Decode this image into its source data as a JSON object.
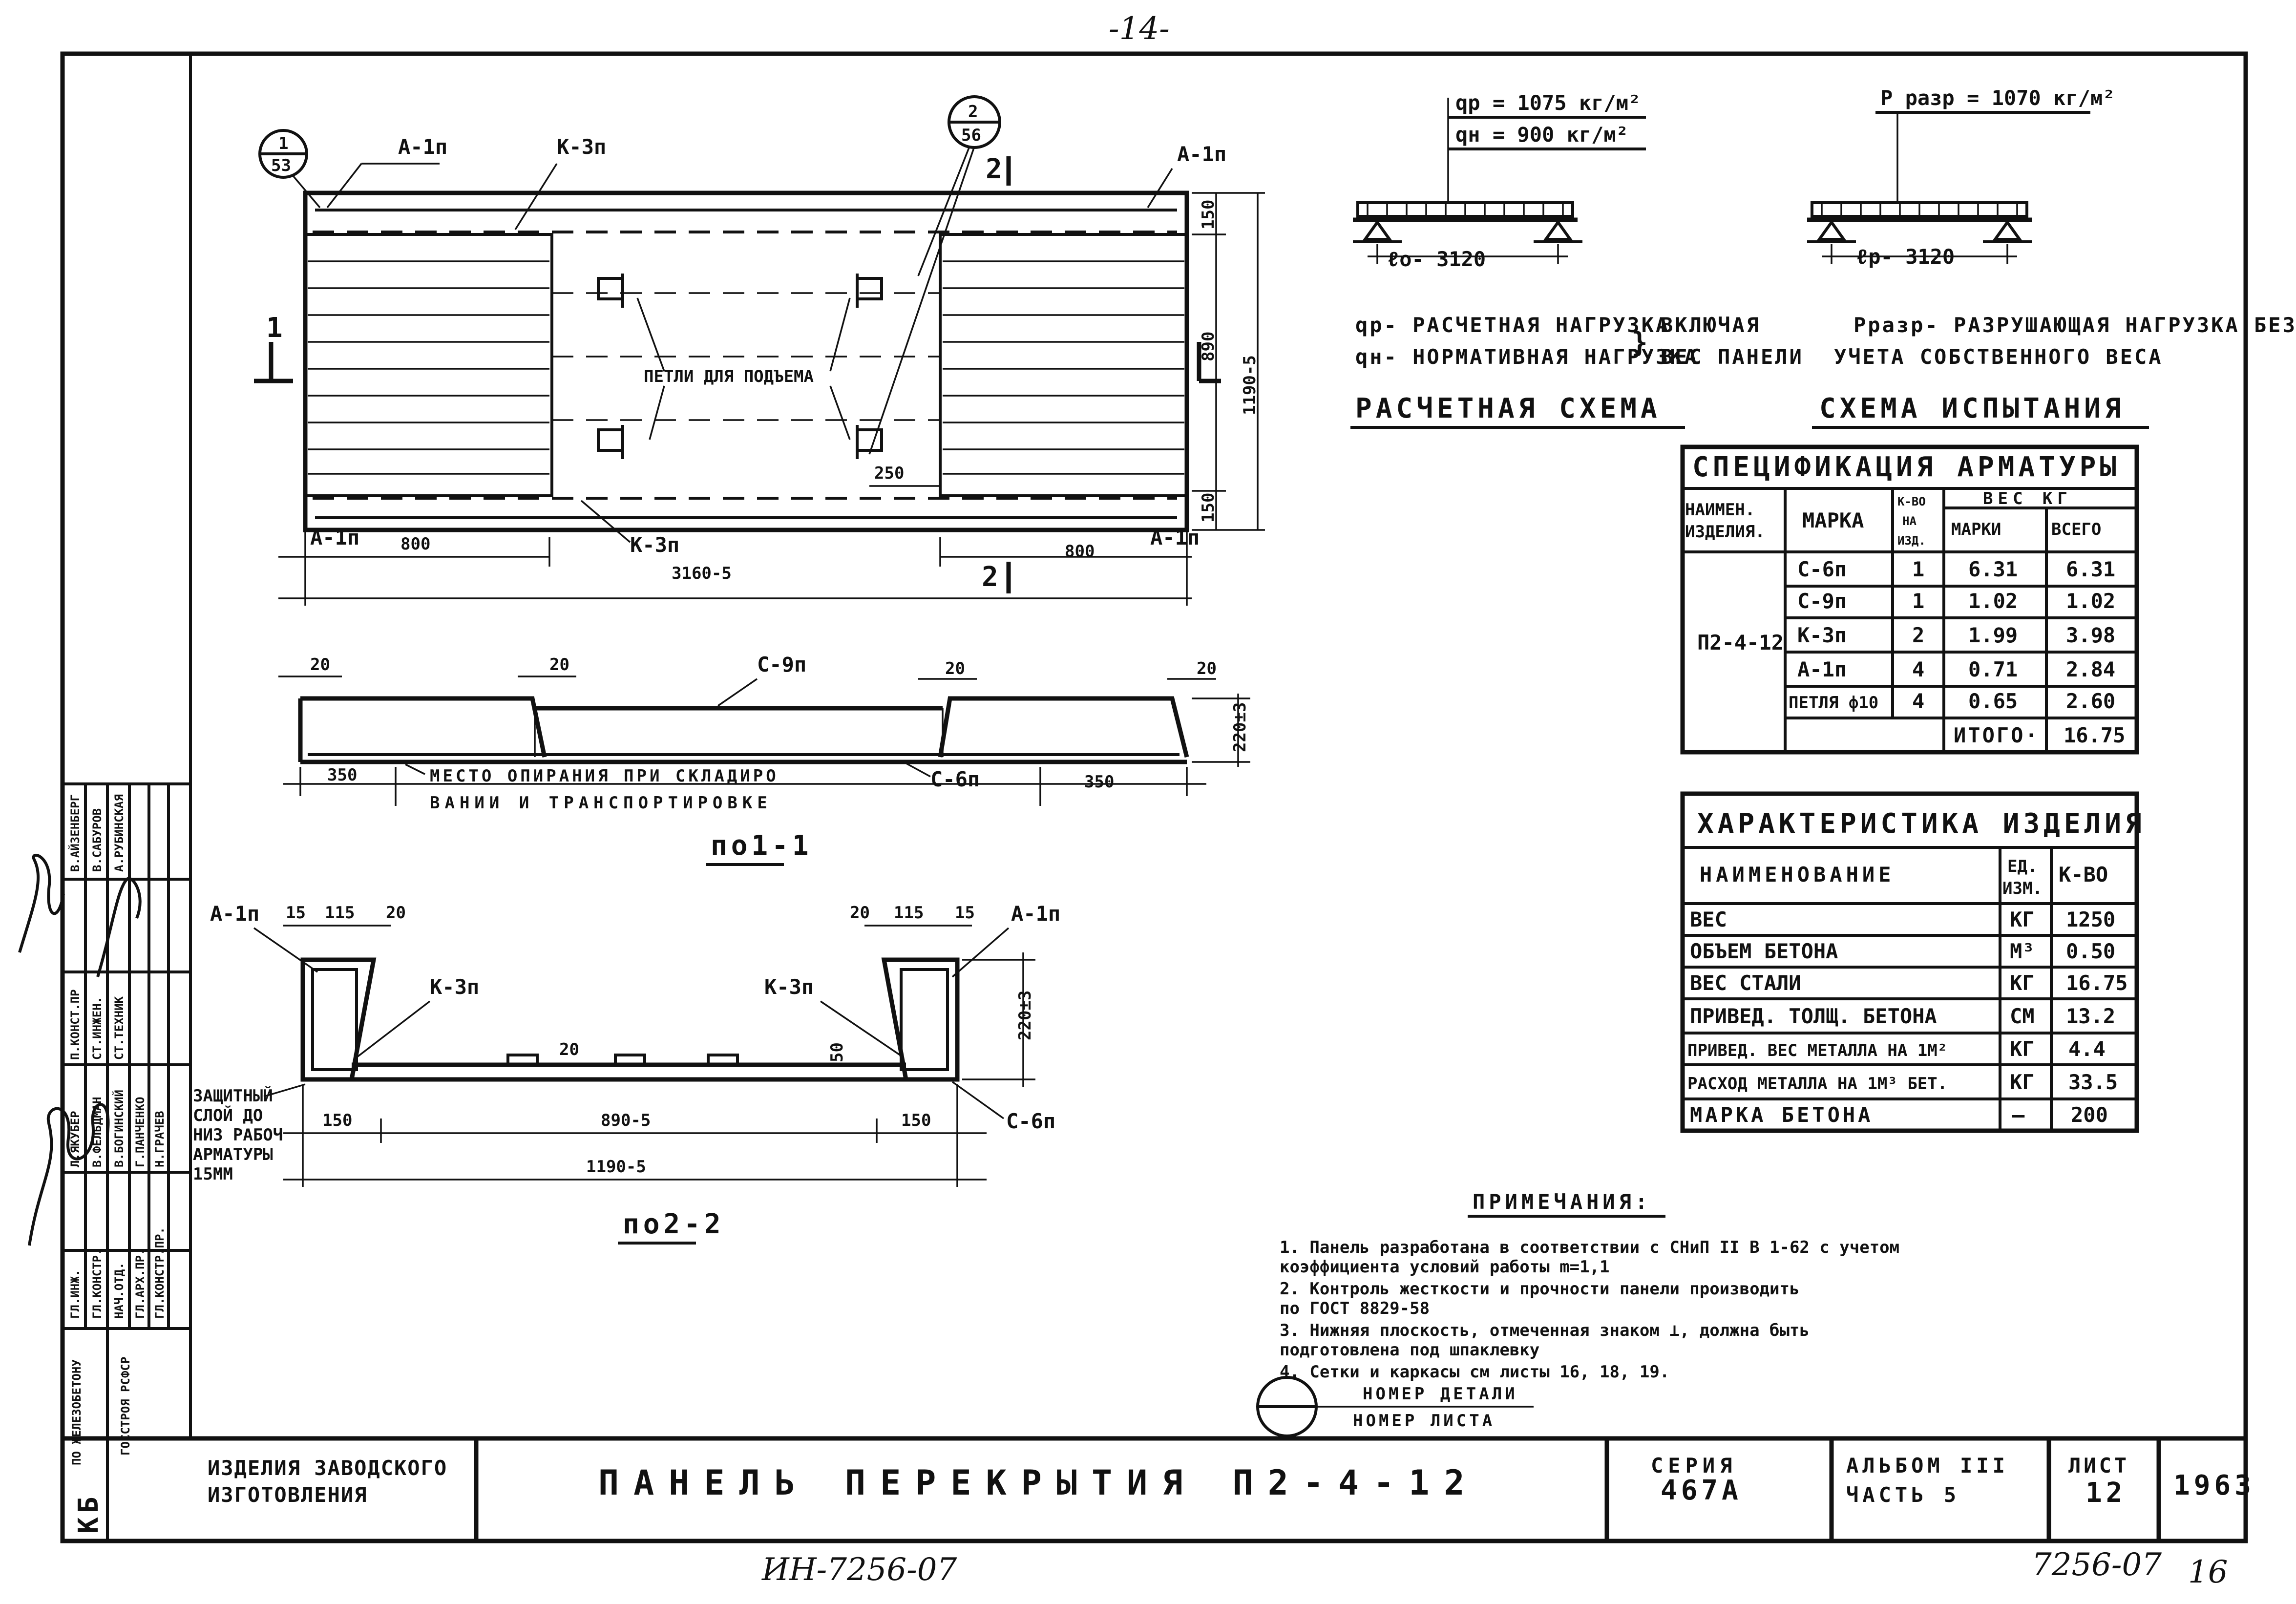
{
  "page_number": "-14-",
  "plan": {
    "callout1": {
      "num": "1",
      "sheet": "53"
    },
    "callout2": {
      "num": "2",
      "sheet": "56"
    },
    "label_a1n": "А-1п",
    "label_k3n": "К-3п",
    "label_loops": "ПЕТЛИ ДЛЯ ПОДЪЕМА",
    "section1_mark": "1",
    "section2_mark": "2",
    "dim_150": "150",
    "dim_890": "890",
    "dim_1190": "1190-5",
    "dim_250": "250",
    "dim_800": "800",
    "dim_3160": "3160-5"
  },
  "section11": {
    "dim_20": "20",
    "label_c9n": "С-9п",
    "label_c6n": "С-6п",
    "dim_220": "220±3",
    "dim_350": "350",
    "support_line1": "МЕСТО ОПИРАНИЯ ПРИ СКЛАДИРО",
    "support_line2": "ВАНИИ И ТРАНСПОРТИРОВКЕ",
    "caption": "по1-1"
  },
  "section22": {
    "label_a1n": "А-1п",
    "label_k3n": "К-3п",
    "label_c6n": "С-6п",
    "dim_15": "15",
    "dim_115": "115",
    "dim_20": "20",
    "dim_50": "50",
    "dim_220": "220±3",
    "dim_150": "150",
    "dim_890": "890-5",
    "dim_1190": "1190-5",
    "cover_note": [
      "ЗАЩИТНЫЙ",
      "СЛОЙ ДО",
      "НИЗ РАБОЧ",
      "АРМАТУРЫ",
      "15ММ"
    ],
    "caption": "по2-2"
  },
  "calc_scheme": {
    "qr": "qр = 1075 кг/м²",
    "qn": "qн = 900 кг/м²",
    "span": "ℓо- 3120",
    "legend_qr": "qр- РАСЧЕТНАЯ НАГРУЗКА",
    "legend_qn": "qн- НОРМАТИВНАЯ НАГРУЗКА",
    "legend_incl1": "ВКЛЮЧАЯ",
    "legend_incl2": "ВЕС ПАНЕЛИ",
    "title": "РАСЧЕТНАЯ СХЕМА"
  },
  "test_scheme": {
    "p": "Р разр = 1070 кг/м²",
    "span": "ℓр- 3120",
    "legend1": "Рразр- РАЗРУШАЮЩАЯ НАГРУЗКА БЕЗ",
    "legend2": "УЧЕТА СОБСТВЕННОГО ВЕСА",
    "title": "СХЕМА ИСПЫТАНИЯ"
  },
  "spec_table": {
    "title": "СПЕЦИФИКАЦИЯ АРМАТУРЫ",
    "headers": {
      "name": [
        "НАИМЕН.",
        "ИЗДЕЛИЯ."
      ],
      "mark": "МАРКА",
      "count": [
        "К-ВО",
        "НА",
        "ИЗД."
      ],
      "weight": "ВЕС КГ",
      "per_mark": "МАРКИ",
      "total": "ВСЕГО"
    },
    "product": "П2-4-12",
    "rows": [
      {
        "mark": "С-6п",
        "count": "1",
        "w_mark": "6.31",
        "w_total": "6.31"
      },
      {
        "mark": "С-9п",
        "count": "1",
        "w_mark": "1.02",
        "w_total": "1.02"
      },
      {
        "mark": "К-3п",
        "count": "2",
        "w_mark": "1.99",
        "w_total": "3.98"
      },
      {
        "mark": "А-1п",
        "count": "4",
        "w_mark": "0.71",
        "w_total": "2.84"
      },
      {
        "mark": "ПЕТЛЯ ф10",
        "count": "4",
        "w_mark": "0.65",
        "w_total": "2.60"
      }
    ],
    "total_label": "ИТОГО·",
    "total_value": "16.75"
  },
  "char_table": {
    "title": "ХАРАКТЕРИСТИКА ИЗДЕЛИЯ",
    "headers": {
      "name": "НАИМЕНОВАНИЕ",
      "unit": [
        "ЕД.",
        "ИЗМ."
      ],
      "qty": "К-ВО"
    },
    "rows": [
      {
        "name": "ВЕС",
        "unit": "КГ",
        "qty": "1250"
      },
      {
        "name": "ОБЪЕМ БЕТОНА",
        "unit": "М³",
        "qty": "0.50"
      },
      {
        "name": "ВЕС СТАЛИ",
        "unit": "КГ",
        "qty": "16.75"
      },
      {
        "name": "ПРИВЕД. ТОЛЩ. БЕТОНА",
        "unit": "СМ",
        "qty": "13.2"
      },
      {
        "name": "ПРИВЕД. ВЕС МЕТАЛЛА НА 1М²",
        "unit": "КГ",
        "qty": "4.4"
      },
      {
        "name": "РАСХОД МЕТАЛЛА НА 1М³ БЕТ.",
        "unit": "КГ",
        "qty": "33.5"
      },
      {
        "name": "МАРКА БЕТОНА",
        "unit": "—",
        "qty": "200"
      }
    ]
  },
  "notes": {
    "title": "ПРИМЕЧАНИЯ:",
    "lines": [
      "1. Панель разработана в соответствии с СНиП II В 1-62 с учетом",
      "   коэффициента условий работы  m=1,1",
      "2. Контроль жесткости и прочности панели производить",
      "   по ГОСТ 8829-58",
      "3. Нижняя плоскость, отмеченная знаком ⊥, должна быть",
      "   подготовлена под шпаклевку",
      "4. Сетки и каркасы       см листы 16, 18, 19."
    ],
    "legend_top": "НОМЕР ДЕТАЛИ",
    "legend_bottom": "НОМЕР ЛИСТА"
  },
  "title_block": {
    "org1": "ИЗДЕЛИЯ ЗАВОДСКОГО",
    "org2": "ИЗГОТОВЛЕНИЯ",
    "name": "ПАНЕЛЬ ПЕРЕКРЫТИЯ П2-4-12",
    "series_label": "СЕРИЯ",
    "series_value": "467А",
    "album_label": "АЛЬБОМ III",
    "part": "ЧАСТЬ 5",
    "sheet_label": "ЛИСТ",
    "sheet_value": "12",
    "year": "1963",
    "kb_logo": "КБ",
    "vertical_org1": "ПО ЖЕЛЕЗОБЕТОНУ",
    "vertical_org2": "ГОССТРОЯ РСФСР"
  },
  "signatures": {
    "roles": [
      "ГЛ.ИНЖ.",
      "ГЛ.КОНСТР.",
      "НАЧ.ОТД.",
      "ГЛ.АРХ.ПР.",
      "ГЛ.КОНСТР.ПР."
    ],
    "row2": [
      "П.КОНСТ.ПР",
      "СТ.ИНЖЕН.",
      "СТ.ТЕХНИК"
    ],
    "names_a": [
      "Л.ЯКУБЕР",
      "В.ФЕЛЬДМАН",
      "В.БОГИНСКИЙ",
      "Г.ПАНЧЕНКО",
      "Н.ГРАЧЕВ"
    ],
    "names_b": [
      "В.АЙЗЕНБЕРГ",
      "В.САБУРОВ",
      "А.РУБИНСКАЯ"
    ]
  },
  "archive_code": "ИН-7256-07",
  "archive_code_right": "7256-07",
  "page_right": "16"
}
